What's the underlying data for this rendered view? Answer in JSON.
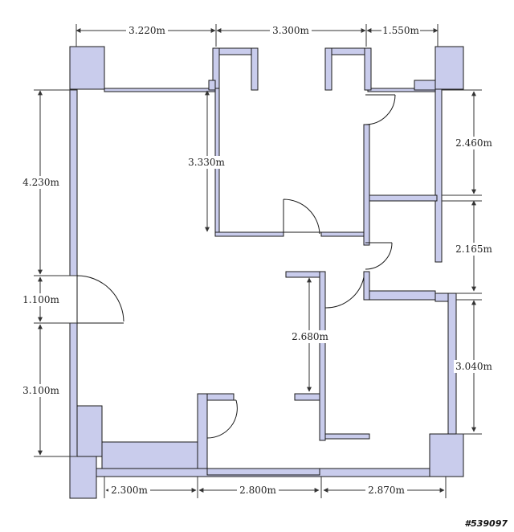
{
  "colors": {
    "wall_fill": "#c9ccec",
    "wall_stroke": "#1a1a1a",
    "dim_line": "#333333"
  },
  "dimensions": {
    "top": [
      "3.220m",
      "3.300m",
      "1.550m"
    ],
    "left": [
      "4.230m",
      "1.100m",
      "3.100m"
    ],
    "right": [
      "2.460m",
      "2.165m",
      "3.040m"
    ],
    "bottom": [
      "2.300m",
      "2.800m",
      "2.870m"
    ],
    "inner": [
      "3.330m",
      "2.680m"
    ]
  },
  "watermark": "#539097"
}
